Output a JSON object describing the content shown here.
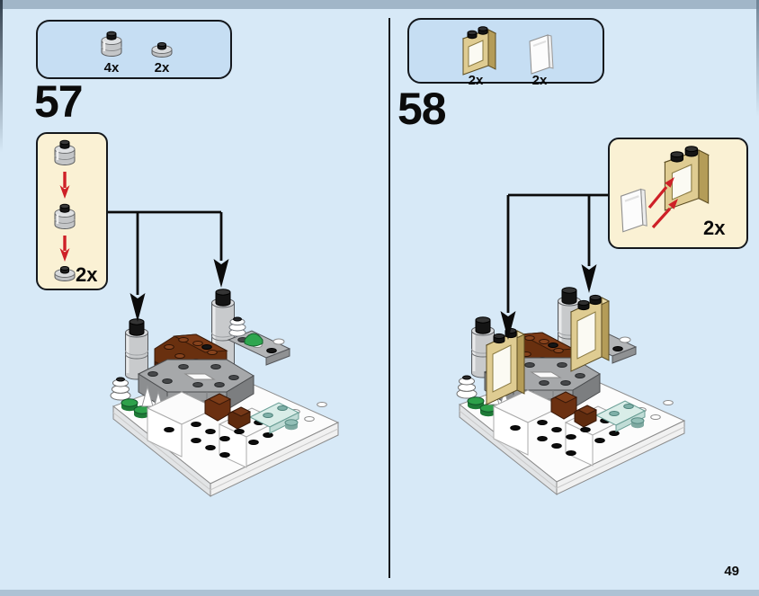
{
  "page": {
    "number": "49"
  },
  "colors": {
    "background": "#D7E9F7",
    "panel_blue": "#C6DEF3",
    "callout_cream": "#FAF1D4",
    "outline_black": "#14181D",
    "arrow_red": "#CE2027",
    "window_tan": "#DFCC92",
    "brick_gray": "#C6C6C6",
    "plate_brown": "#69300F",
    "accent_green": "#2EA14B"
  },
  "steps": [
    {
      "number": "57",
      "parts": [
        {
          "icon": "round-brick-1x1-icon",
          "qty": "4x"
        },
        {
          "icon": "round-plate-1x1-icon",
          "qty": "2x"
        }
      ],
      "callout": {
        "qty": "2x"
      }
    },
    {
      "number": "58",
      "parts": [
        {
          "icon": "window-frame-1x2x2-icon",
          "qty": "2x"
        },
        {
          "icon": "window-glass-icon",
          "qty": "2x"
        }
      ],
      "callout": {
        "qty": "2x"
      }
    }
  ]
}
